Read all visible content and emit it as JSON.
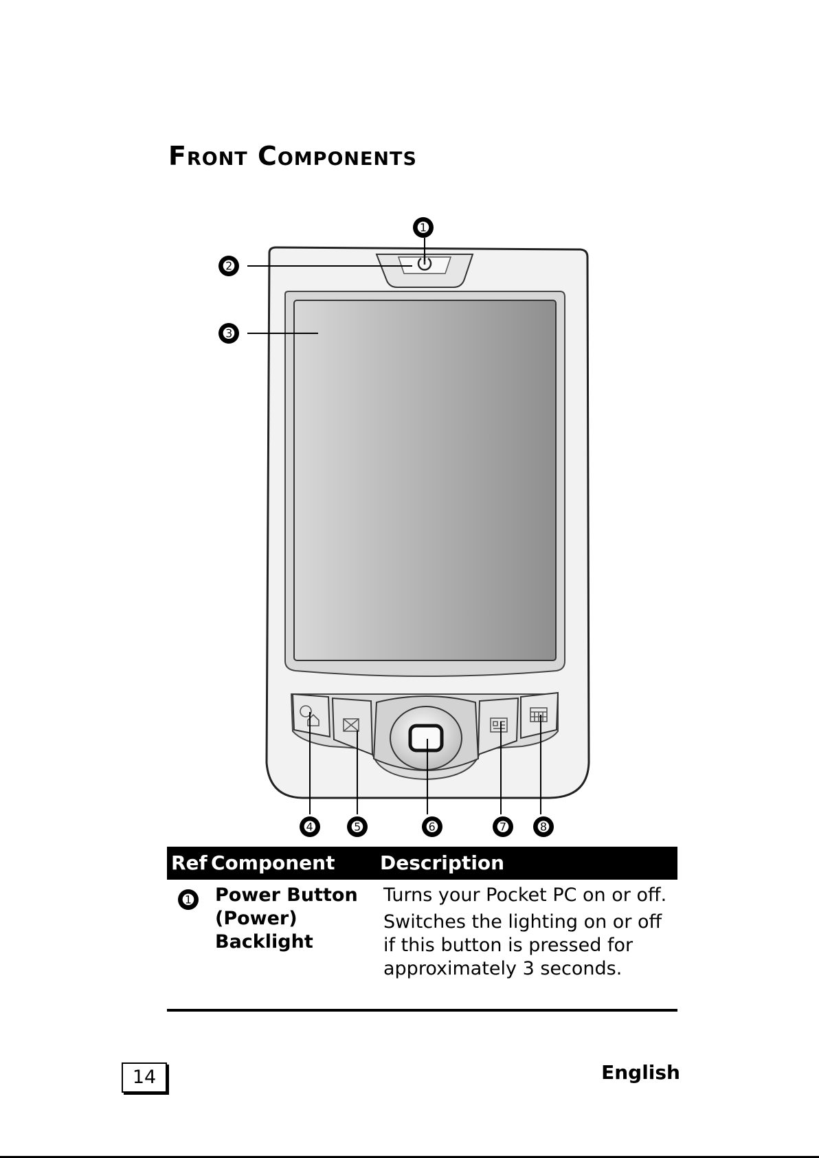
{
  "section": {
    "title": "Front Components"
  },
  "figure": {
    "callouts": [
      "➊",
      "➋",
      "➌",
      "➍",
      "➎",
      "➏",
      "➐",
      "➑"
    ],
    "button_icons": [
      "today-icon",
      "mail-icon",
      "navigation-pad-icon",
      "contacts-icon",
      "calendar-icon"
    ]
  },
  "table": {
    "headers": {
      "ref": "Ref",
      "component": "Component",
      "description": "Description"
    },
    "rows": [
      {
        "ref": "➊",
        "component_lines": [
          "Power Button",
          "(Power)",
          "Backlight"
        ],
        "descriptions": [
          "Turns your Pocket PC on or off.",
          "Switches the lighting on or off if this button is pressed for approximately 3 seconds."
        ]
      }
    ]
  },
  "footer": {
    "page_number": "14",
    "language": "English"
  }
}
